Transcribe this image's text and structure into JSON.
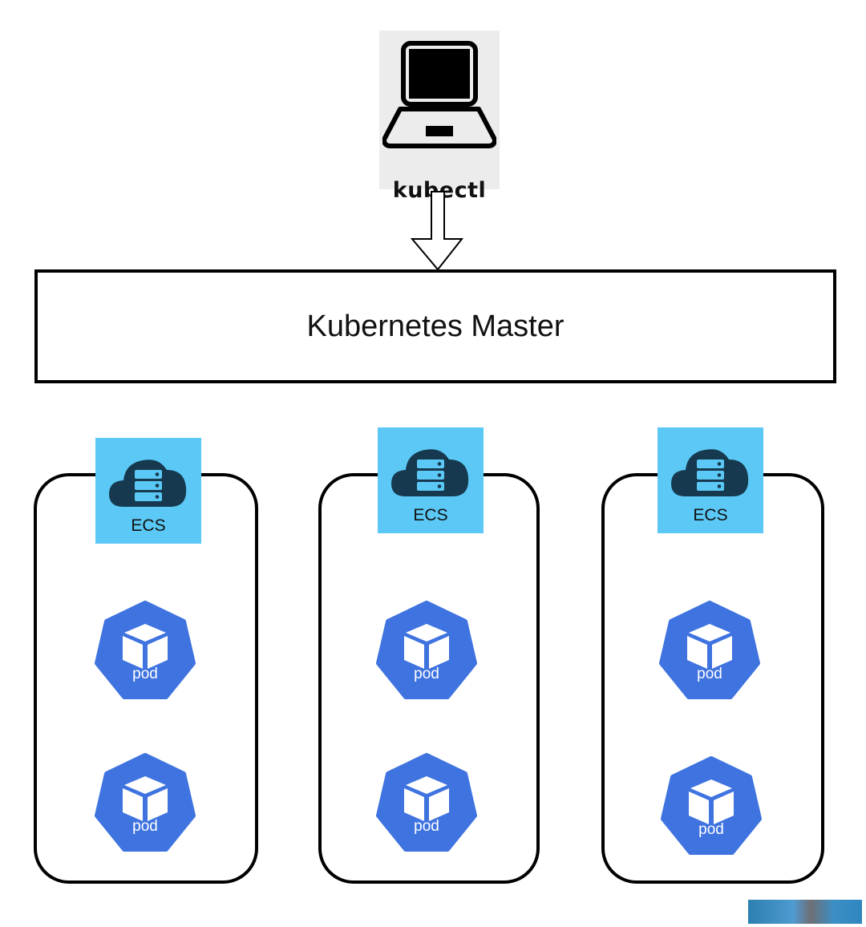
{
  "client": {
    "label": "kubectl",
    "icon": "laptop-icon"
  },
  "master": {
    "label": "Kubernetes Master"
  },
  "nodes": [
    {
      "ecs_label": "ECS",
      "pods": [
        "pod",
        "pod"
      ]
    },
    {
      "ecs_label": "ECS",
      "pods": [
        "pod",
        "pod"
      ]
    },
    {
      "ecs_label": "ECS",
      "pods": [
        "pod",
        "pod"
      ]
    }
  ],
  "colors": {
    "ecs_background": "#5bc8f5",
    "ecs_icon": "#16394f",
    "pod": "#3f73e0"
  }
}
